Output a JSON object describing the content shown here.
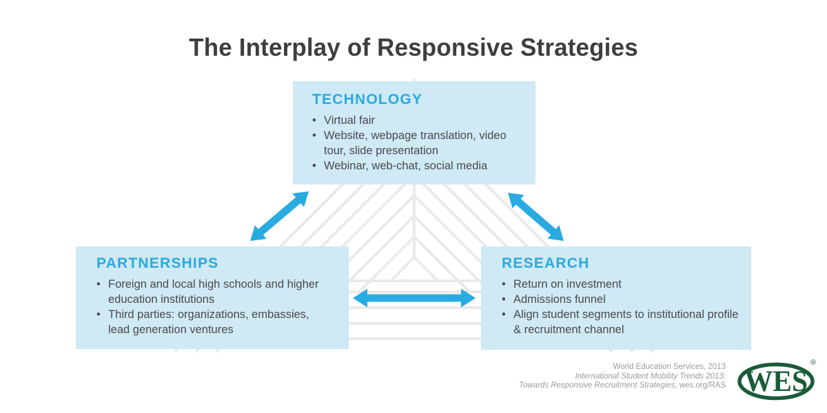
{
  "title": "The Interplay of Responsive Strategies",
  "bullet_char": "•",
  "boxes": {
    "technology": {
      "heading": "TECHNOLOGY",
      "items": [
        "Virtual fair",
        "Website, webpage translation, video tour, slide presentation",
        "Webinar, web-chat, social media"
      ]
    },
    "partnerships": {
      "heading": "PARTNERSHIPS",
      "items": [
        "Foreign and local high schools and higher education institutions",
        "Third parties: organizations, embassies, lead generation ventures"
      ]
    },
    "research": {
      "heading": "RESEARCH",
      "items": [
        "Return on investment",
        "Admissions funnel",
        "Align student segments to institutional profile & recruitment channel"
      ]
    }
  },
  "attribution": {
    "line1": "World Education Services, 2013",
    "line2": "International Student Mobility Trends 2013:",
    "line3_italic": "Towards Responsive Recruitment Strategies,",
    "line3_regular": " wes.org/RAS"
  },
  "logo": {
    "text": "WES",
    "registered": "®"
  },
  "colors": {
    "accent_cyan": "#29abe2",
    "heading_cyan": "#29a9e0",
    "box_background": "#cfe9f5",
    "title_text": "#3e3e3e",
    "body_text": "#4a4a4a",
    "attribution_text": "#9b9b9b",
    "logo_green": "#1a5c38",
    "watermark_gray": "#eaeaea"
  }
}
